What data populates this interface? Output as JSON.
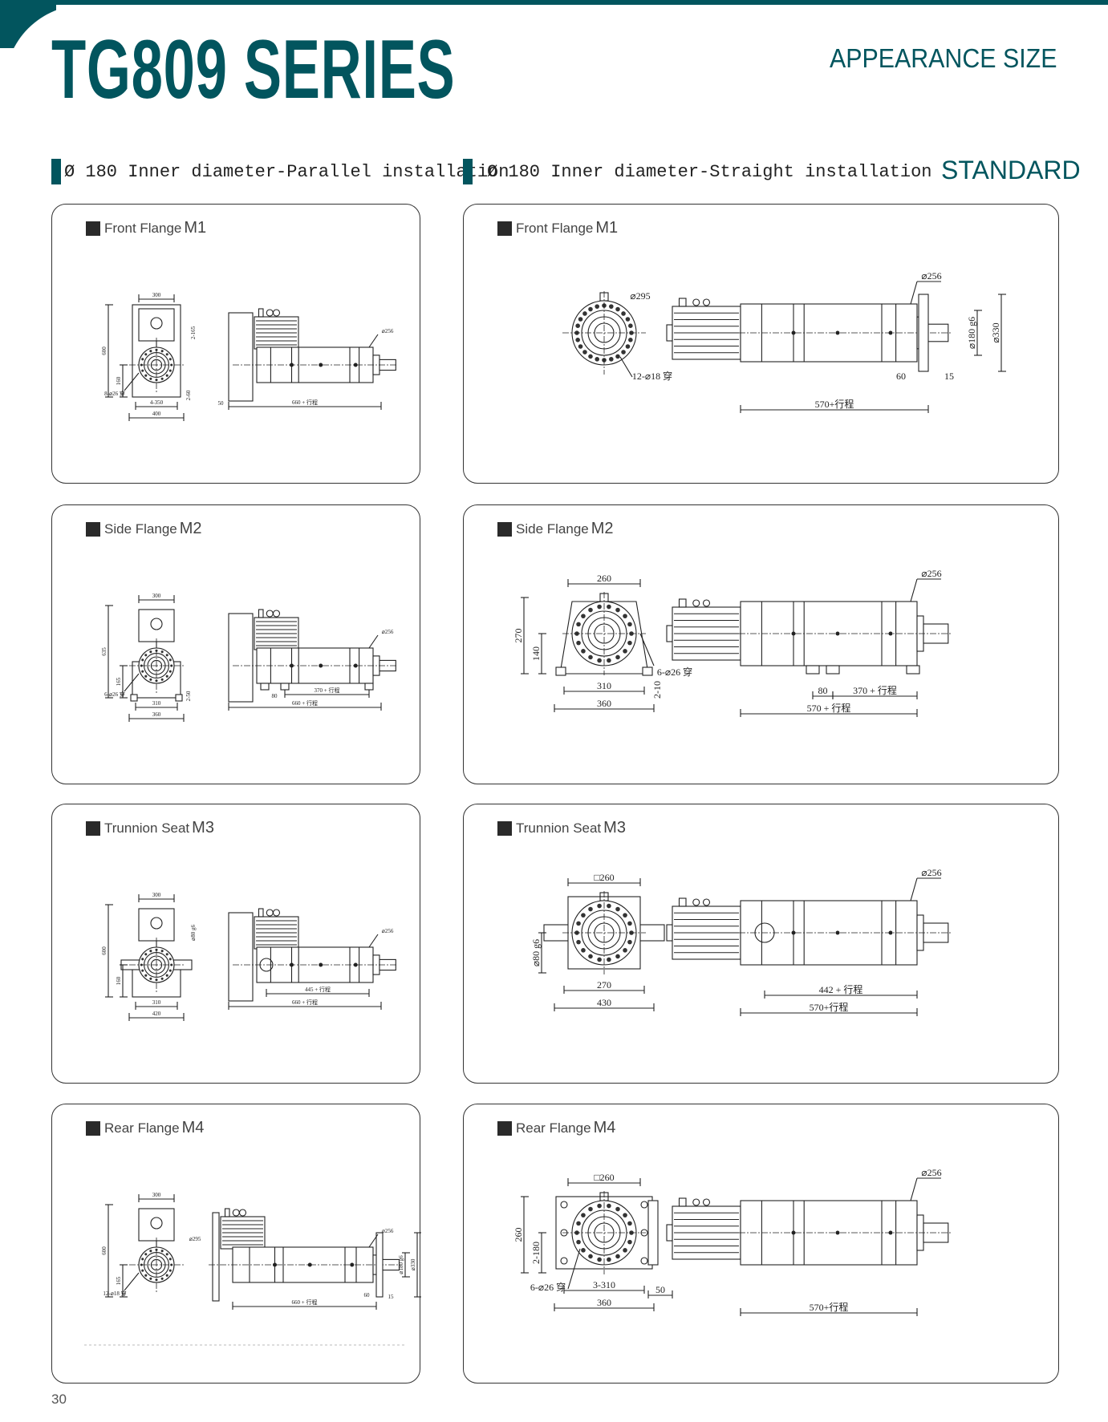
{
  "header": {
    "title": "TG809 SERIES",
    "section": "APPEARANCE SIZE",
    "column_left": "Ø 180 Inner diameter-Parallel installation",
    "column_right": "Ø 180 Inner diameter-Straight installation",
    "standard_label": "STANDARD"
  },
  "colors": {
    "brand": "#02555e",
    "ink": "#222222",
    "frame": "#333333"
  },
  "panels": [
    {
      "id": "m1-parallel",
      "name": "Front Flange",
      "mount": "M1",
      "front": {
        "top": "300",
        "left": "600",
        "left2": "160",
        "callout": "8-⌀26 穿",
        "bottom1": "4-350",
        "bottom2": "400",
        "right": "2-165",
        "right2": "2-60"
      },
      "side": {
        "callout": "⌀256",
        "left": "50",
        "bottom2": "660 + 行程"
      }
    },
    {
      "id": "m1-straight",
      "name": "Front Flange",
      "mount": "M1",
      "front": {
        "top": "⌀295",
        "callout": "12-⌀18 穿"
      },
      "side": {
        "callout": "⌀256",
        "right1": "⌀180 g6",
        "right2": "⌀330",
        "small1": "60",
        "small2": "15",
        "bottom2": "570+行程"
      }
    },
    {
      "id": "m2-parallel",
      "name": "Side Flange",
      "mount": "M2",
      "front": {
        "top": "300",
        "left": "635",
        "left2": "165",
        "callout": "6-⌀26 穿",
        "bottom1": "310",
        "bottom2": "360",
        "right2": "2-50"
      },
      "side": {
        "callout": "⌀256",
        "small1": "80",
        "bottom1": "370 + 行程",
        "bottom2": "660 + 行程"
      }
    },
    {
      "id": "m2-straight",
      "name": "Side Flange",
      "mount": "M2",
      "front": {
        "top": "260",
        "left": "270",
        "left2": "140",
        "callout": "6-⌀26 穿",
        "bottom1": "310",
        "bottom2": "360",
        "right2": "2-10"
      },
      "side": {
        "callout": "⌀256",
        "small1": "80",
        "bottom1": "370 + 行程",
        "bottom2": "570 + 行程"
      }
    },
    {
      "id": "m3-parallel",
      "name": "Trunnion Seat",
      "mount": "M3",
      "front": {
        "top": "300",
        "left": "600",
        "left2": "160",
        "right": "⌀80 g6",
        "bottom1": "310",
        "bottom2": "420"
      },
      "side": {
        "callout": "⌀256",
        "bottom1": "445 + 行程",
        "bottom2": "660 + 行程"
      }
    },
    {
      "id": "m3-straight",
      "name": "Trunnion Seat",
      "mount": "M3",
      "front": {
        "top": "□260",
        "left2": "⌀80 g6",
        "bottom1": "270",
        "bottom2": "430"
      },
      "side": {
        "callout": "⌀256",
        "bottom1": "442 + 行程",
        "bottom2": "570+行程"
      }
    },
    {
      "id": "m4-parallel",
      "name": "Rear Flange",
      "mount": "M4",
      "front": {
        "top": "300",
        "left": "600",
        "left2": "165",
        "callout": "12-⌀18 穿",
        "right": "⌀295"
      },
      "side": {
        "callout": "⌀256",
        "right1": "⌀180 g6",
        "right2": "⌀330",
        "small1": "60",
        "small2": "15",
        "bottom2": "660 + 行程"
      }
    },
    {
      "id": "m4-straight",
      "name": "Rear Flange",
      "mount": "M4",
      "front": {
        "top": "□260",
        "left": "260",
        "left2": "2-180",
        "callout": "6-⌀26 穿",
        "bottom1": "3-310",
        "bottom2": "360"
      },
      "side": {
        "callout": "⌀256",
        "left": "50",
        "bottom2": "570+行程"
      }
    }
  ],
  "footer": {
    "page_number": "30"
  }
}
